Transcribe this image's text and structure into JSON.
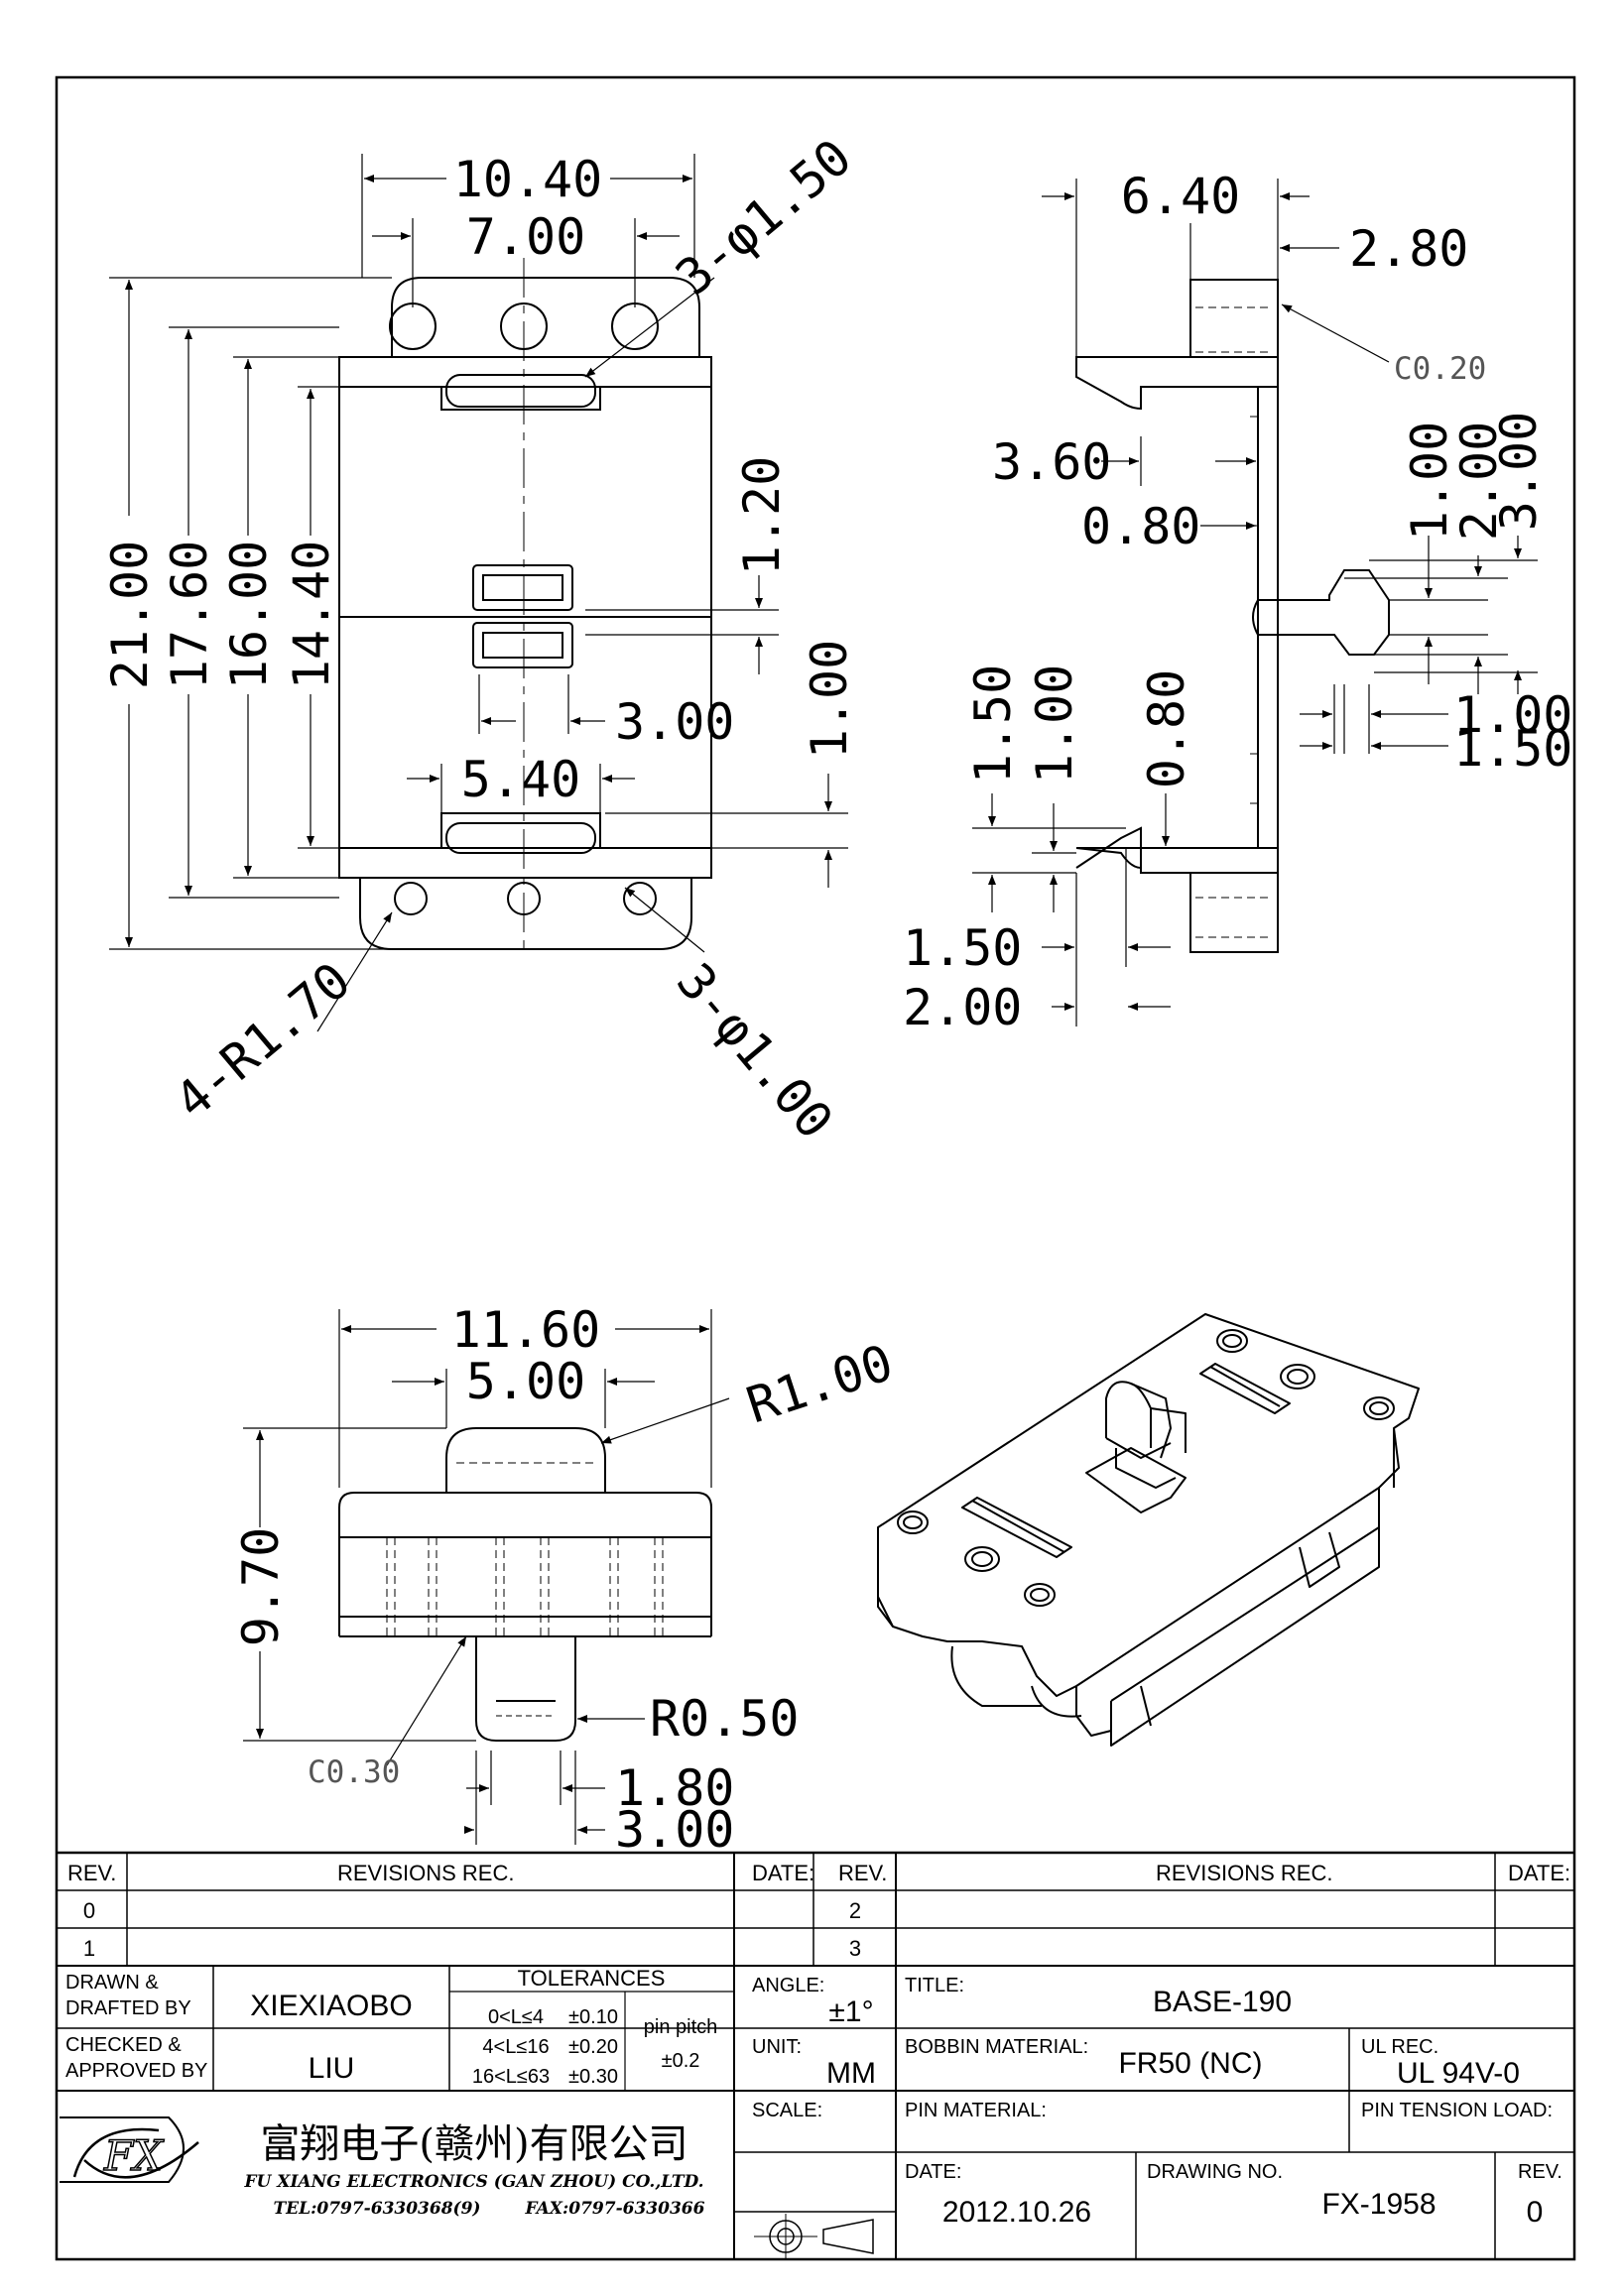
{
  "drawing": {
    "top_view": {
      "dims": [
        "10.40",
        "7.00",
        "3-φ1.50",
        "21.00",
        "17.60",
        "16.00",
        "14.40",
        "1.20",
        "1.00",
        "3.00",
        "5.40",
        "4-R1.70",
        "3-φ1.00"
      ]
    },
    "side_view": {
      "dims": [
        "6.40",
        "2.80",
        "C0.20",
        "3.60",
        "0.80",
        "1.00",
        "2.00",
        "3.00",
        "1.00",
        "1.50",
        "1.50",
        "1.00",
        "0.80",
        "1.50",
        "2.00"
      ]
    },
    "front_view": {
      "dims": [
        "11.60",
        "5.00",
        "R1.00",
        "9.70",
        "R0.50",
        "C0.30",
        "1.80",
        "3.00"
      ]
    }
  },
  "title_block": {
    "rev_header": {
      "rev": "REV.",
      "revisions": "REVISIONS    REC.",
      "date": "DATE:"
    },
    "rev_rows_left": [
      "0",
      "1"
    ],
    "rev_rows_right": [
      "2",
      "3"
    ],
    "drawn_label": "DRAWN  &\nDRAFTED BY",
    "drawn_by": "XIEXIAOBO",
    "checked_label": "CHECKED  &\nAPPROVED BY",
    "checked_by": "LIU",
    "tolerances": {
      "header": "TOLERANCES",
      "rows": [
        {
          "range": "0<L≤4",
          "tol": "±0.10"
        },
        {
          "range": "4<L≤16",
          "tol": "±0.20"
        },
        {
          "range": "16<L≤63",
          "tol": "±0.30"
        }
      ],
      "pin_pitch_label": "pin  pitch",
      "pin_pitch_value": "±0.2"
    },
    "angle_label": "ANGLE:",
    "angle_value": "±1°",
    "unit_label": "UNIT:",
    "unit_value": "MM",
    "scale_label": "SCALE:",
    "title_label": "TITLE:",
    "title_value": "BASE-190",
    "bobbin_material_label": "BOBBIN  MATERIAL:",
    "bobbin_material_value": "FR50  (NC)",
    "ul_rec_label": "UL  REC.",
    "ul_rec_value": "UL  94V-0",
    "pin_material_label": "PIN  MATERIAL:",
    "pin_tension_label": "PIN  TENSION  LOAD:",
    "date_label": "DATE:",
    "date_value": "2012.10.26",
    "drawing_no_label": "DRAWING  NO.",
    "drawing_no_value": "FX-1958",
    "rev_label": "REV.",
    "rev_value": "0",
    "company_cn": "富翔电子(赣州)有限公司",
    "company_en": "FU XIANG ELECTRONICS (GAN ZHOU) CO.,LTD.",
    "tel": "TEL:0797-6330368(9)",
    "fax": "FAX:0797-6330366",
    "logo_text": "FX"
  }
}
